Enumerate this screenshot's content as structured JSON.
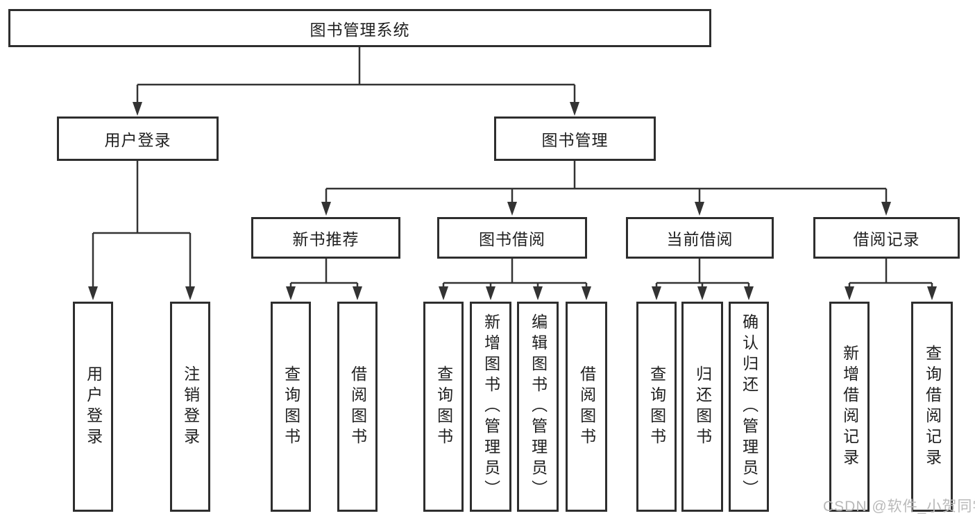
{
  "diagram": {
    "root": {
      "label": "图书管理系统"
    },
    "branches": [
      {
        "label": "用户登录",
        "children": [
          {
            "label": "用户登录"
          },
          {
            "label": "注销登录"
          }
        ]
      },
      {
        "label": "图书管理",
        "children": [
          {
            "label": "新书推荐",
            "children": [
              {
                "label": "查询图书"
              },
              {
                "label": "借阅图书"
              }
            ]
          },
          {
            "label": "图书借阅",
            "children": [
              {
                "label": "查询图书"
              },
              {
                "label": "新增图书（管理员）"
              },
              {
                "label": "编辑图书（管理员）"
              },
              {
                "label": "借阅图书"
              }
            ]
          },
          {
            "label": "当前借阅",
            "children": [
              {
                "label": "查询图书"
              },
              {
                "label": "归还图书"
              },
              {
                "label": "确认归还（管理员）"
              }
            ]
          },
          {
            "label": "借阅记录",
            "children": [
              {
                "label": "新增借阅记录"
              },
              {
                "label": "查询借阅记录"
              }
            ]
          }
        ]
      }
    ]
  },
  "watermark": {
    "text": "CSDN @软件_小贺同学"
  },
  "colors": {
    "line": "#333333",
    "border": "#2e2e2e",
    "text": "#1f1f1f",
    "watermark": "#b9b9b9",
    "background": "#ffffff"
  }
}
